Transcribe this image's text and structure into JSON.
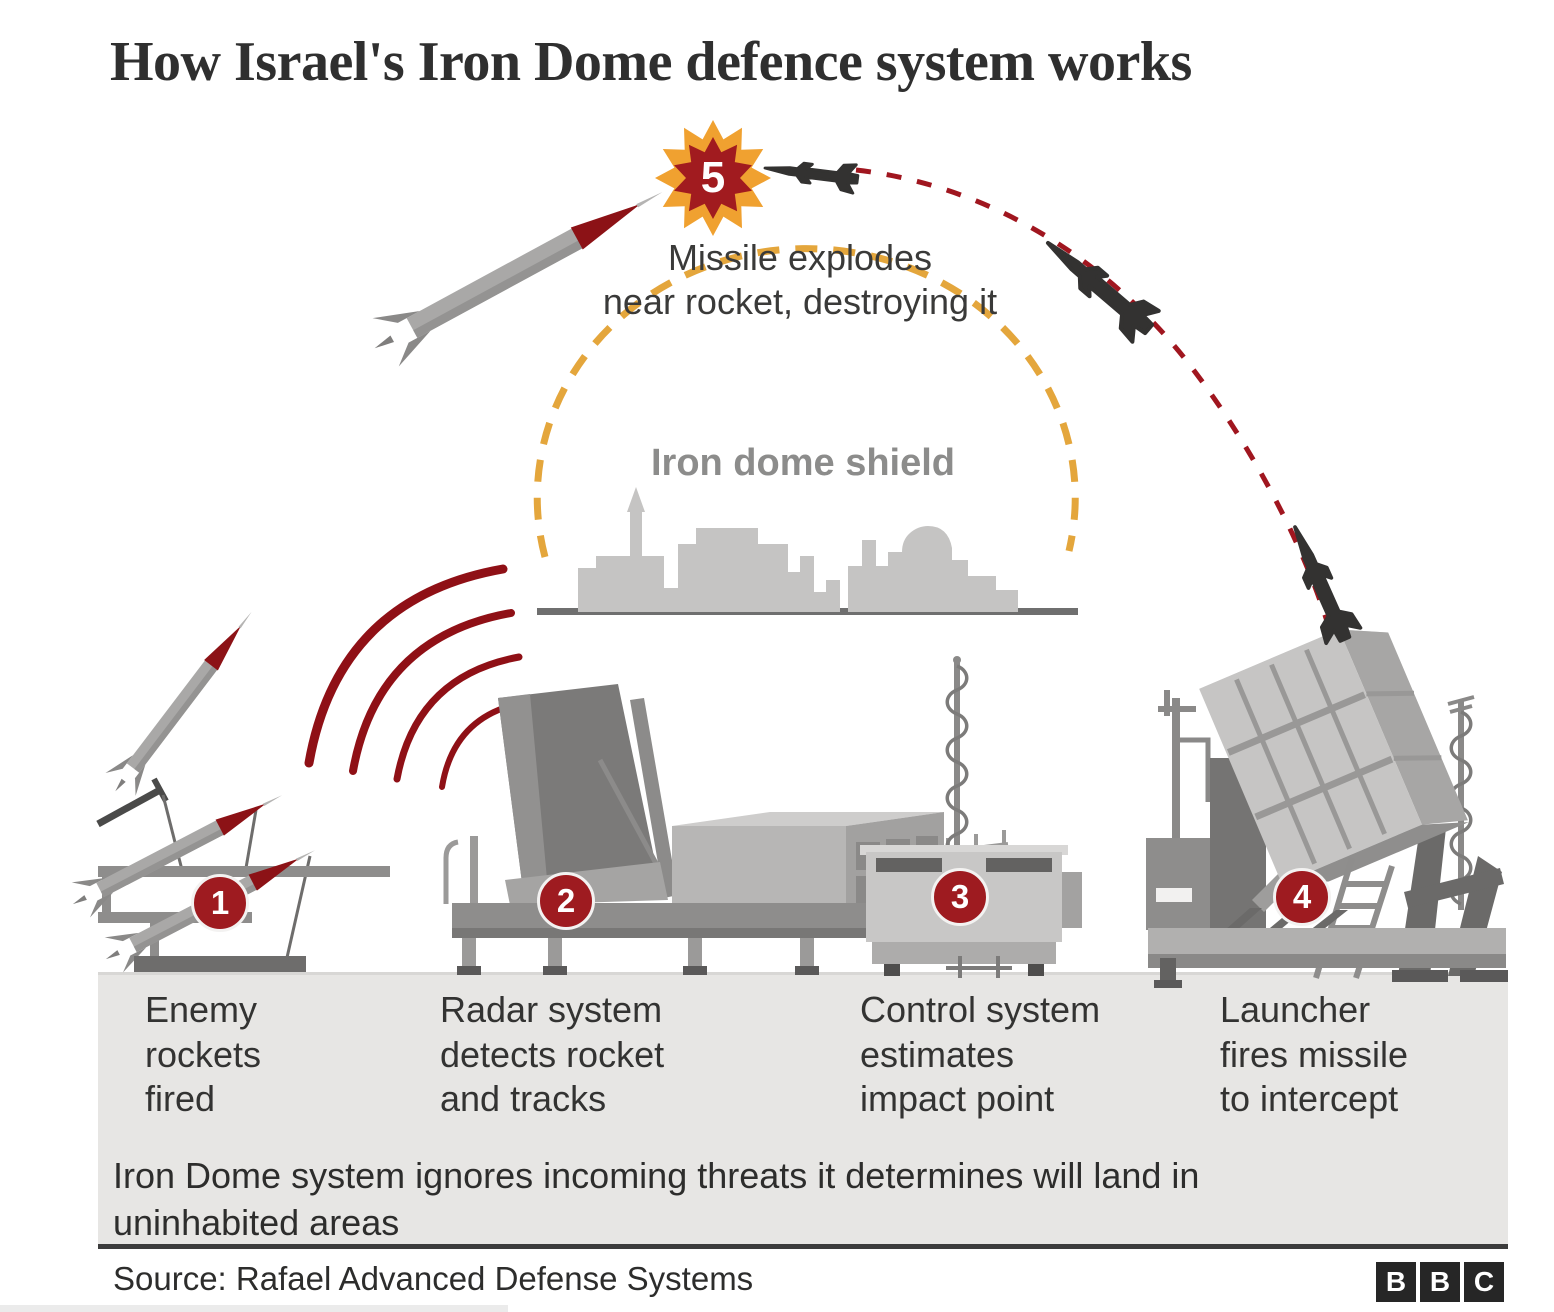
{
  "title": "How Israel's Iron Dome defence system works",
  "dome": {
    "label": "Iron dome shield"
  },
  "explosion_step": {
    "number": "5",
    "lines": [
      "Missile explodes",
      "near rocket, destroying it"
    ]
  },
  "steps": [
    {
      "number": "1",
      "lines": [
        "Enemy",
        "rockets",
        "fired"
      ]
    },
    {
      "number": "2",
      "lines": [
        "Radar system",
        "detects rocket",
        "and tracks"
      ]
    },
    {
      "number": "3",
      "lines": [
        "Control system",
        "estimates",
        "impact point"
      ]
    },
    {
      "number": "4",
      "lines": [
        "Launcher",
        "fires missile",
        "to intercept"
      ]
    }
  ],
  "note_lines": [
    "Iron Dome system ignores incoming threats it determines will land in",
    "uninhabited areas"
  ],
  "source": "Source: Rafael Advanced Defense Systems",
  "logo_letters": [
    "B",
    "B",
    "C"
  ],
  "icons": {
    "explosion": "starburst-explosion-icon",
    "interceptor": "interceptor-missile-icon",
    "enemy_rocket": "enemy-rocket-icon",
    "radar_waves": "radar-wave-arcs-icon",
    "dome_arc": "dashed-dome-arc-icon",
    "city": "city-skyline-icon"
  },
  "colors": {
    "badge_red": "#9e1b20",
    "explosion_orange": "#f0a130",
    "rocket_nose_red": "#8c1216",
    "trajectory_red": "#a0161f",
    "radar_wave_red": "#8f1016",
    "dome_gold": "#e4a63c",
    "ground_gray": "#e7e6e4",
    "title_gray": "#2f2f2f"
  }
}
